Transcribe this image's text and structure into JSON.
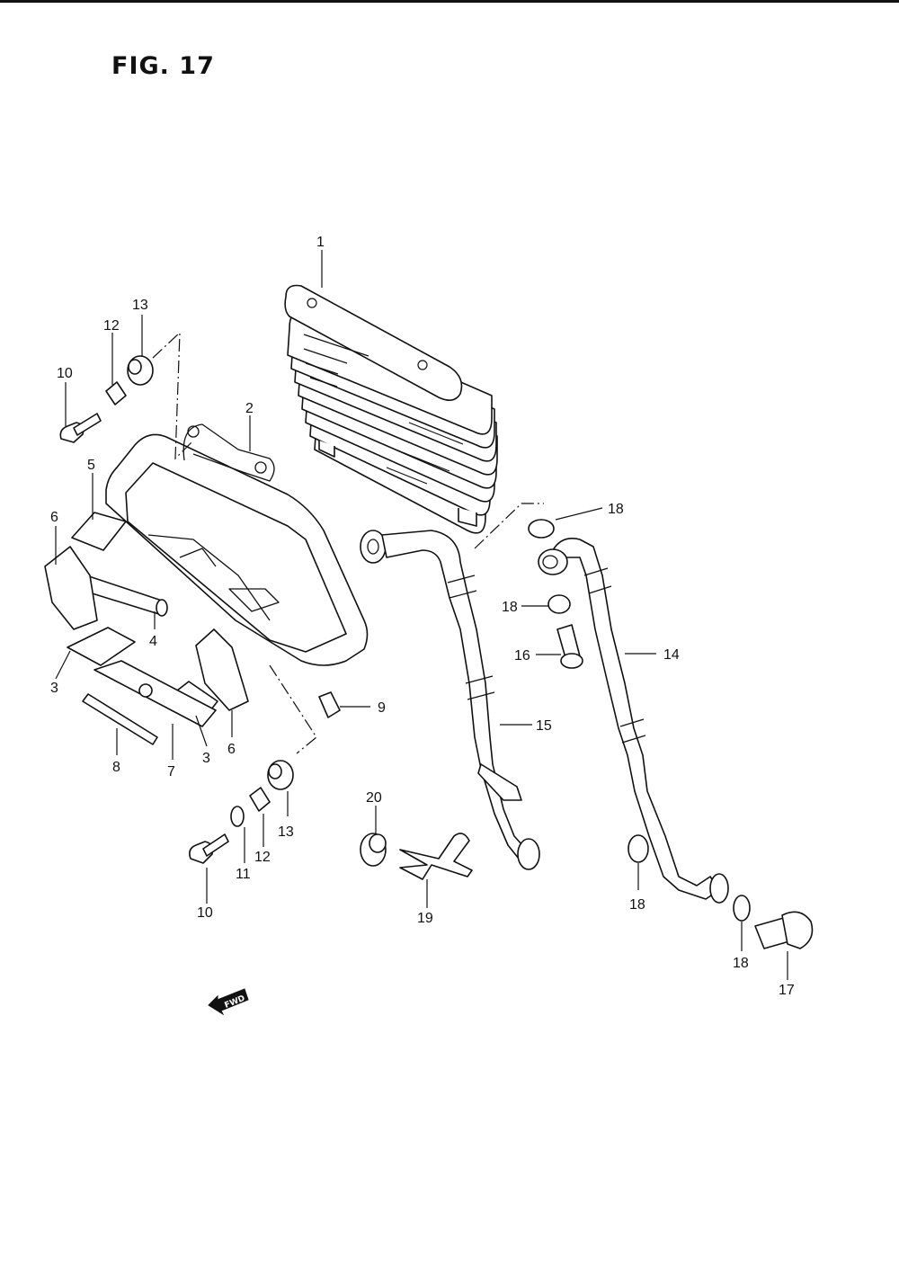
{
  "figure": {
    "title": "FIG. 17",
    "fwd_label": "FWD"
  },
  "callouts": [
    {
      "id": "c1",
      "text": "1"
    },
    {
      "id": "c2",
      "text": "2"
    },
    {
      "id": "c3a",
      "text": "3"
    },
    {
      "id": "c3b",
      "text": "3"
    },
    {
      "id": "c4",
      "text": "4"
    },
    {
      "id": "c5",
      "text": "5"
    },
    {
      "id": "c6a",
      "text": "6"
    },
    {
      "id": "c6b",
      "text": "6"
    },
    {
      "id": "c7",
      "text": "7"
    },
    {
      "id": "c8",
      "text": "8"
    },
    {
      "id": "c9",
      "text": "9"
    },
    {
      "id": "c10a",
      "text": "10"
    },
    {
      "id": "c10b",
      "text": "10"
    },
    {
      "id": "c11",
      "text": "11"
    },
    {
      "id": "c12a",
      "text": "12"
    },
    {
      "id": "c12b",
      "text": "12"
    },
    {
      "id": "c13a",
      "text": "13"
    },
    {
      "id": "c13b",
      "text": "13"
    },
    {
      "id": "c14",
      "text": "14"
    },
    {
      "id": "c15",
      "text": "15"
    },
    {
      "id": "c16",
      "text": "16"
    },
    {
      "id": "c17",
      "text": "17"
    },
    {
      "id": "c18a",
      "text": "18"
    },
    {
      "id": "c18b",
      "text": "18"
    },
    {
      "id": "c18c",
      "text": "18"
    },
    {
      "id": "c18d",
      "text": "18"
    },
    {
      "id": "c19",
      "text": "19"
    },
    {
      "id": "c20",
      "text": "20"
    }
  ]
}
